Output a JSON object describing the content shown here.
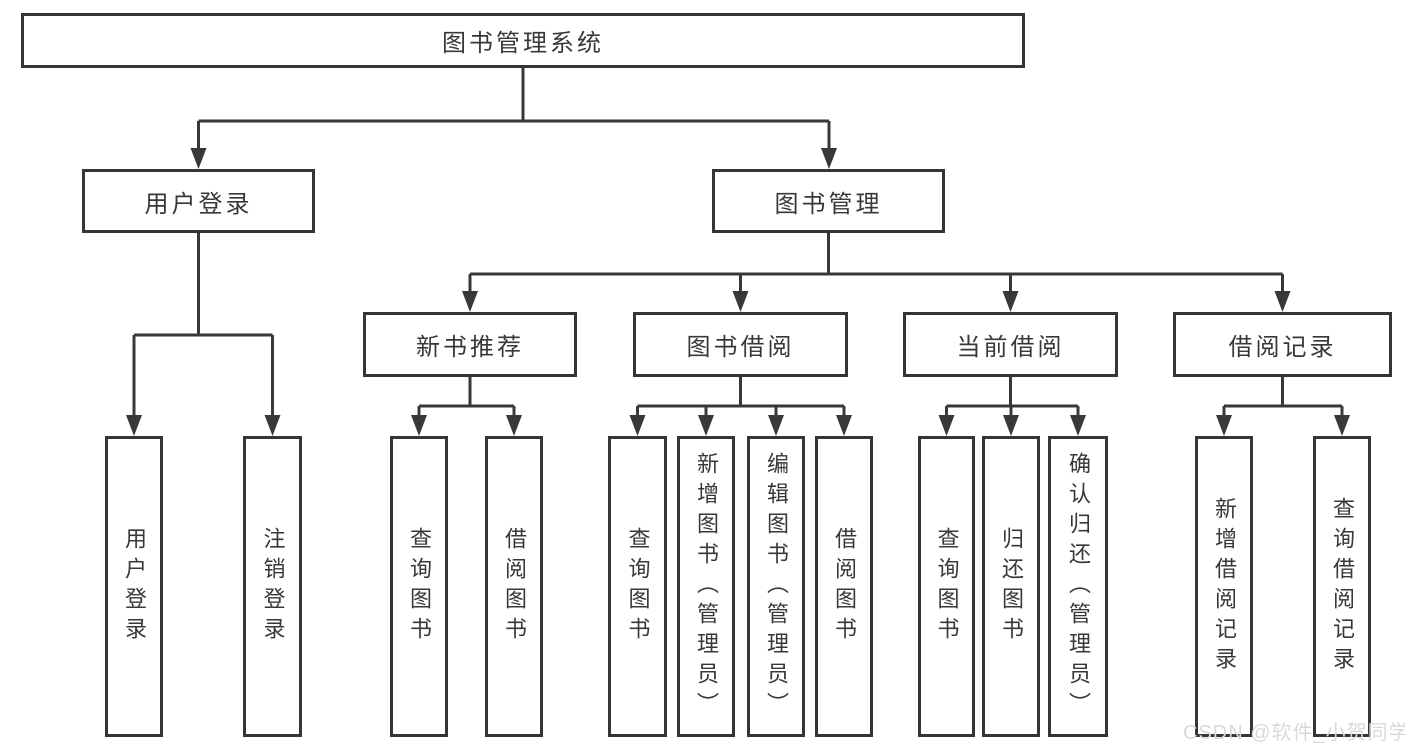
{
  "diagram_type": "hierarchy-tree",
  "tree": {
    "label": "图书管理系统",
    "children": [
      {
        "label": "用户登录",
        "children": [
          {
            "label": "用户登录"
          },
          {
            "label": "注销登录"
          }
        ]
      },
      {
        "label": "图书管理",
        "children": [
          {
            "label": "新书推荐",
            "children": [
              {
                "label": "查询图书"
              },
              {
                "label": "借阅图书"
              }
            ]
          },
          {
            "label": "图书借阅",
            "children": [
              {
                "label": "查询图书"
              },
              {
                "label": "新增图书（管理员）"
              },
              {
                "label": "编辑图书（管理员）"
              },
              {
                "label": "借阅图书"
              }
            ]
          },
          {
            "label": "当前借阅",
            "children": [
              {
                "label": "查询图书"
              },
              {
                "label": "归还图书"
              },
              {
                "label": "确认归还（管理员）"
              }
            ]
          },
          {
            "label": "借阅记录",
            "children": [
              {
                "label": "新增借阅记录"
              },
              {
                "label": "查询借阅记录"
              }
            ]
          }
        ]
      }
    ]
  },
  "watermark": "CSDN @软件_小贺同学",
  "colors": {
    "line": "#383838",
    "border": "#353535",
    "text": "#383838",
    "background": "#ffffff",
    "watermark": "#d9d9d9"
  }
}
